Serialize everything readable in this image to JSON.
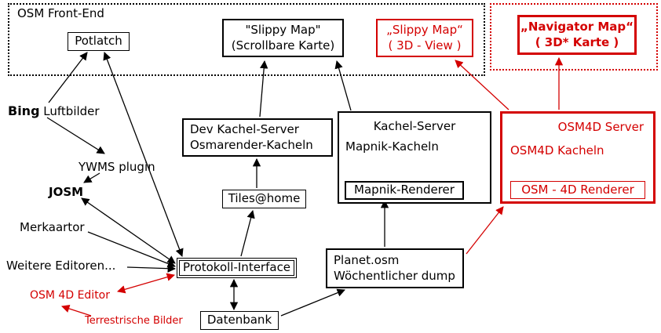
{
  "colors": {
    "black": "#000000",
    "red": "#d40000"
  },
  "frontend": {
    "label": "OSM Front-End"
  },
  "nodes": {
    "potlatch": {
      "label": "Potlatch"
    },
    "slippy_map": {
      "title": "\"Slippy Map\"",
      "subtitle": "(Scrollbare Karte)"
    },
    "slippy_map_3d": {
      "title": "„Slippy Map“",
      "subtitle": "( 3D - View )"
    },
    "navigator_map": {
      "title": "„Navigator Map“",
      "subtitle": "( 3D* Karte )"
    },
    "dev_kachel_server": {
      "line1": "Dev Kachel-Server",
      "line2": "Osmarender-Kacheln"
    },
    "kachel_server": {
      "title": "Kachel-Server",
      "tiles": "Mapnik-Kacheln",
      "renderer": "Mapnik-Renderer"
    },
    "osm4d_server": {
      "title": "OSM4D Server",
      "tiles": "OSM4D Kacheln",
      "renderer": "OSM - 4D  Renderer"
    },
    "tiles_home": {
      "label": "Tiles@home"
    },
    "protokoll_interface": {
      "label": "Protokoll-Interface"
    },
    "planet_osm": {
      "line1": "Planet.osm",
      "line2": "Wöchentlicher dump"
    },
    "datenbank": {
      "label": "Datenbank"
    }
  },
  "labels": {
    "bing": {
      "bold": "Bing",
      "rest": " Luftbilder"
    },
    "ywms": {
      "label": "YWMS plugin"
    },
    "josm": {
      "label": "JOSM"
    },
    "merkaartor": {
      "label": "Merkaartor"
    },
    "weitere_editoren": {
      "label": "Weitere Editoren..."
    },
    "osm4d_editor": {
      "label": "OSM 4D Editor"
    },
    "terrestrische_bilder": {
      "label": "Terrestrische Bilder"
    }
  },
  "edges": [
    {
      "from": "Bing Luftbilder",
      "to": "Potlatch",
      "color": "black"
    },
    {
      "from": "Bing Luftbilder",
      "to": "YWMS plugin",
      "color": "black"
    },
    {
      "from": "YWMS plugin",
      "to": "JOSM",
      "color": "black"
    },
    {
      "from": "Potlatch",
      "to": "Protokoll-Interface",
      "color": "black",
      "bidirectional": true
    },
    {
      "from": "JOSM",
      "to": "Protokoll-Interface",
      "color": "black",
      "bidirectional": true
    },
    {
      "from": "Merkaartor",
      "to": "Protokoll-Interface",
      "color": "black"
    },
    {
      "from": "Weitere Editoren...",
      "to": "Protokoll-Interface",
      "color": "black"
    },
    {
      "from": "OSM 4D Editor",
      "to": "Protokoll-Interface",
      "color": "red",
      "bidirectional": true
    },
    {
      "from": "Terrestrische Bilder",
      "to": "OSM 4D Editor",
      "color": "red"
    },
    {
      "from": "Protokoll-Interface",
      "to": "Datenbank",
      "color": "black",
      "bidirectional": true
    },
    {
      "from": "Datenbank",
      "to": "Planet.osm",
      "color": "black"
    },
    {
      "from": "Planet.osm",
      "to": "Mapnik-Renderer",
      "color": "black"
    },
    {
      "from": "Mapnik-Renderer",
      "to": "Mapnik-Kacheln",
      "color": "black"
    },
    {
      "from": "Mapnik-Kacheln",
      "to": "Slippy Map",
      "color": "black"
    },
    {
      "from": "Protokoll-Interface",
      "to": "Tiles@home",
      "color": "black"
    },
    {
      "from": "Tiles@home",
      "to": "Dev Kachel-Server",
      "color": "black"
    },
    {
      "from": "Dev Kachel-Server",
      "to": "Slippy Map",
      "color": "black"
    },
    {
      "from": "Planet.osm",
      "to": "OSM4D Server",
      "color": "red"
    },
    {
      "from": "OSM - 4D Renderer",
      "to": "OSM4D Kacheln",
      "color": "red"
    },
    {
      "from": "OSM4D Server",
      "to": "Slippy Map (3D - View)",
      "color": "red"
    },
    {
      "from": "OSM4D Server",
      "to": "Navigator Map",
      "color": "red"
    }
  ]
}
